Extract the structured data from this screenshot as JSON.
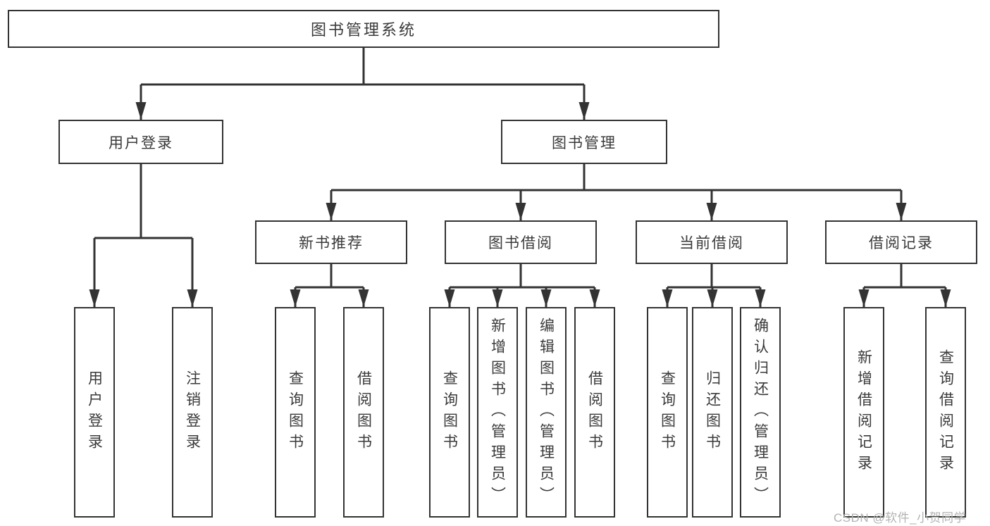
{
  "tree": {
    "root": "图书管理系统",
    "level1": {
      "user_login": "用户登录",
      "book_mgmt": "图书管理"
    },
    "level2": {
      "new_book": "新书推荐",
      "book_borrow": "图书借阅",
      "current_borrow": "当前借阅",
      "borrow_record": "借阅记录"
    },
    "leaves_user_login": [
      "用户登录",
      "注销登录"
    ],
    "leaves_new_book": [
      "查询图书",
      "借阅图书"
    ],
    "leaves_book_borrow": [
      "查询图书",
      "新增图书（管理员）",
      "编辑图书（管理员）",
      "借阅图书"
    ],
    "leaves_current_borrow": [
      "查询图书",
      "归还图书",
      "确认归还（管理员）"
    ],
    "leaves_borrow_record": [
      "新增借阅记录",
      "查询借阅记录"
    ]
  },
  "watermark": "CSDN @软件_小贺同学",
  "colors": {
    "line": "#333333",
    "box_border": "#333333",
    "text": "#3a3a3a",
    "background": "#ffffff",
    "watermark": "#b3b3b3"
  }
}
